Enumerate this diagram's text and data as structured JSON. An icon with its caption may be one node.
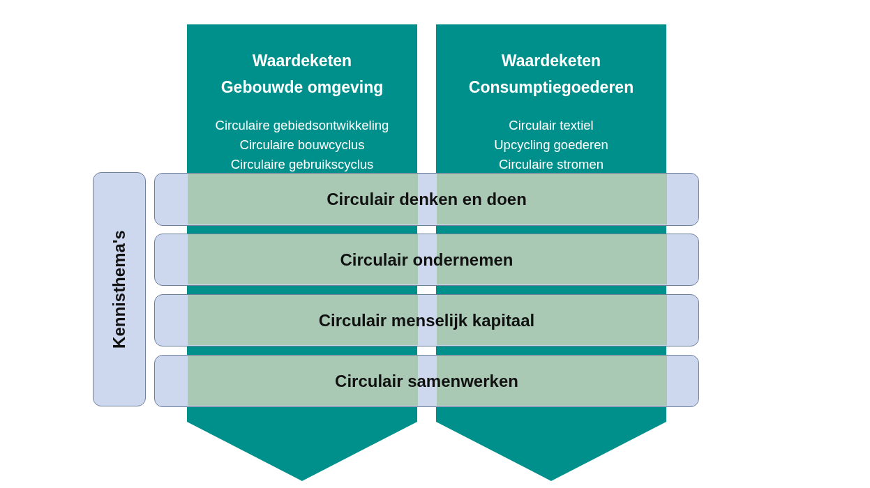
{
  "diagram": {
    "nodes": [
      {
        "text": [
          "Waardeketen Gebouwde omgeving",
          "Circulaire gebiedsontwikkeling",
          "Circulaire bouwcyclus",
          "Circulaire gebruikscyclus"
        ]
      },
      {
        "text": [
          "Waardeketen Consumptiegoederen",
          "Circulair textiel",
          "Upcycling goederen",
          "Circulaire stromen"
        ]
      },
      {
        "text": [
          "Kennisthema's"
        ]
      },
      {
        "text": [
          "Circulair denken en doen"
        ]
      },
      {
        "text": [
          "Circulair ondernemen"
        ]
      },
      {
        "text": [
          "Circulair menselijk kapitaal"
        ]
      },
      {
        "text": [
          "Circulair samenwerken"
        ]
      }
    ]
  }
}
